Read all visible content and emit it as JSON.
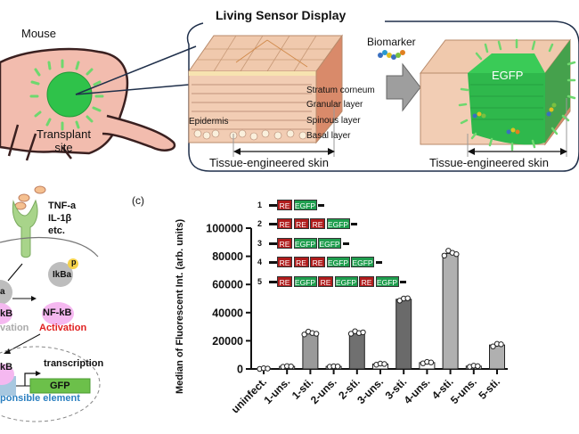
{
  "top_panel": {
    "mouse_label": "Mouse",
    "transplant_label_line1": "Transplant",
    "transplant_label_line2": "site",
    "display_title": "Living Sensor Display",
    "biomarker_label": "Biomarker",
    "egfp_label": "EGFP",
    "layers": [
      "Stratum corneum",
      "Granular  layer",
      "Spinous layer",
      "Basal layer"
    ],
    "epidermis_label": "Epidermis",
    "skin_caption_left": "Tissue-engineered skin",
    "skin_caption_right": "Tissue-engineered skin",
    "colors": {
      "skin": "#f2c3a8",
      "gfp_green": "#2ec24a",
      "arrow_gray": "#999999",
      "frame": "#1f2f4a"
    }
  },
  "pathway_panel": {
    "stimuli": [
      "TNF-a",
      "IL-1β",
      "etc."
    ],
    "ikba_label": "IkBa",
    "phospho_label": "p",
    "ikba_partial": "a",
    "nfkb_partial": "kB",
    "nfkb_label": "NF-kB",
    "inactivation_partial": "vation",
    "activation_label": "Activation",
    "nfkb_bound_partial": "kB",
    "transcription_label": "transcription",
    "gfp_label": "GFP",
    "responsive_element_partial": "ponsible element",
    "colors": {
      "receptor": "#a8d48a",
      "nfkb": "#f5b8f0",
      "ikba": "#bdbdbd",
      "phospho": "#f5d24a",
      "gfp_box": "#6cc04a",
      "activation_red": "#e02020",
      "element_blue": "#2a7fc0"
    }
  },
  "chart_panel": {
    "panel_label": "(c)",
    "constructs": [
      {
        "index": "1",
        "parts": [
          "RE",
          "EGFP"
        ]
      },
      {
        "index": "2",
        "parts": [
          "RE",
          "RE",
          "RE",
          "EGFP"
        ]
      },
      {
        "index": "3",
        "parts": [
          "RE",
          "EGFP",
          "EGFP"
        ]
      },
      {
        "index": "4",
        "parts": [
          "RE",
          "RE",
          "RE",
          "EGFP",
          "EGFP"
        ]
      },
      {
        "index": "5",
        "parts": [
          "RE",
          "EGFP",
          "RE",
          "EGFP",
          "RE",
          "EGFP"
        ]
      }
    ],
    "construct_colors": {
      "RE": "#b01c1c",
      "EGFP": "#1f9e4e"
    }
  },
  "chart_data": {
    "type": "bar",
    "title": "",
    "xlabel": "",
    "ylabel": "Median of Fluorescent Int. (arb. units)",
    "ylim": [
      0,
      100000
    ],
    "yticks": [
      0,
      20000,
      40000,
      60000,
      80000,
      100000
    ],
    "ytick_labels": [
      "0",
      "20000",
      "40000",
      "60000",
      "80000",
      "100000"
    ],
    "categories": [
      "uninfect.",
      "1-uns.",
      "1-sti.",
      "2-uns.",
      "2-sti.",
      "3-uns.",
      "3-sti.",
      "4-uns.",
      "4-sti.",
      "5-uns.",
      "5-sti."
    ],
    "values": [
      300,
      1800,
      25500,
      1800,
      25800,
      3500,
      49500,
      4500,
      82000,
      2000,
      17000
    ],
    "bar_colors": [
      "#ffffff",
      "#ffffff",
      "#9a9a9a",
      "#ffffff",
      "#707070",
      "#ffffff",
      "#6a6a6a",
      "#ffffff",
      "#b0b0b0",
      "#ffffff",
      "#b0b0b0"
    ],
    "replicates": [
      [
        0,
        500,
        300
      ],
      [
        1500,
        2000,
        1800
      ],
      [
        24500,
        26500,
        25500,
        25000
      ],
      [
        1600,
        1900,
        1800
      ],
      [
        25000,
        26800,
        25500,
        26000
      ],
      [
        3000,
        3800,
        3500
      ],
      [
        48500,
        50000,
        50200
      ],
      [
        4000,
        5000,
        4600
      ],
      [
        80500,
        84000,
        82500,
        81500
      ],
      [
        1500,
        2300,
        2000
      ],
      [
        16000,
        17800,
        17500
      ],
      []
    ],
    "grid": false,
    "legend": "none"
  }
}
